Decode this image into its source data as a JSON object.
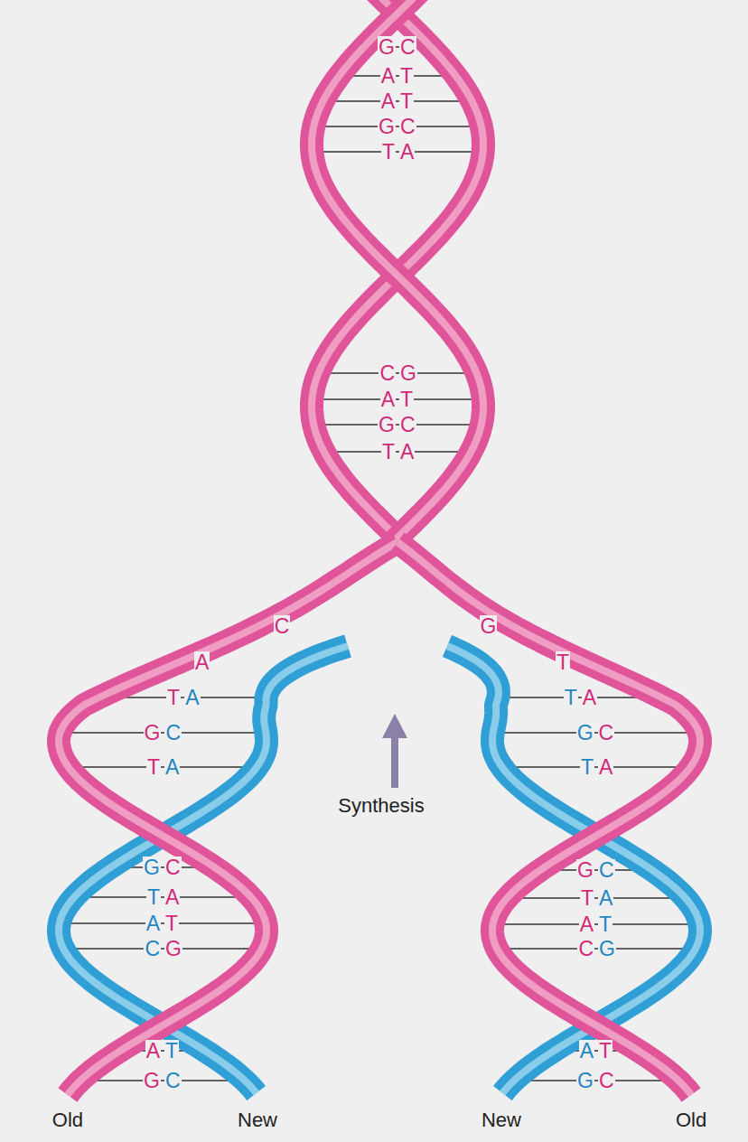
{
  "diagram": {
    "labels": [
      "G",
      "C",
      "A",
      "T",
      "A",
      "T",
      "G",
      "C",
      "T",
      "A",
      "C",
      "G",
      "A",
      "T",
      "G",
      "C",
      "T",
      "A",
      "C",
      "G",
      "A",
      "T",
      "T",
      "A",
      "T",
      "A",
      "G",
      "C",
      "G",
      "C",
      "T",
      "A",
      "T",
      "A",
      "Synthesis",
      "G",
      "C",
      "T",
      "A",
      "A",
      "T",
      "C",
      "G",
      "G",
      "C",
      "T",
      "A",
      "A",
      "T",
      "C",
      "G",
      "A",
      "T",
      "A",
      "T",
      "G",
      "C",
      "G",
      "C",
      "Old",
      "New",
      "New",
      "Old"
    ]
  }
}
